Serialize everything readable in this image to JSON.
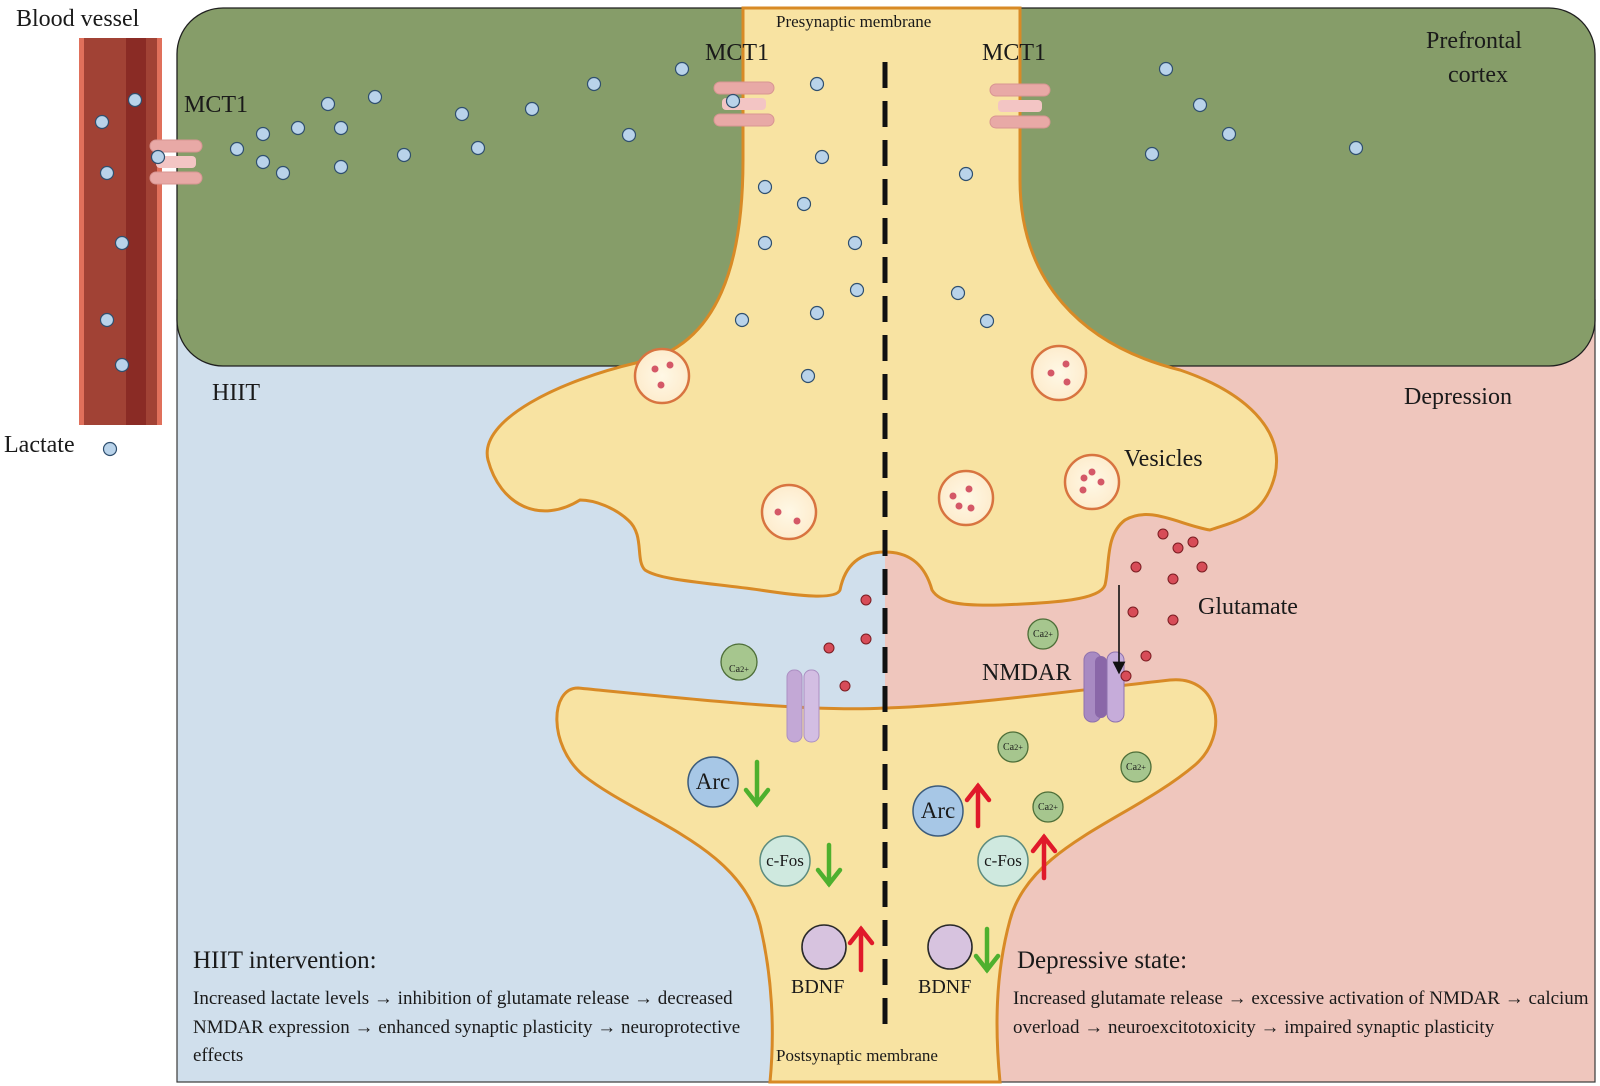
{
  "labels": {
    "blood_vessel": "Blood vessel",
    "lactate": "Lactate",
    "mct1": "MCT1",
    "presynaptic_membrane": "Presynaptic membrane",
    "postsynaptic_membrane": "Postsynaptic membrane",
    "prefrontal_cortex_line1": "Prefrontal",
    "prefrontal_cortex_line2": "cortex",
    "hiit": "HIIT",
    "depression": "Depression",
    "vesicles": "Vesicles",
    "glutamate": "Glutamate",
    "nmdar": "NMDAR",
    "calcium": "Ca",
    "calcium_sup": "2+",
    "arc": "Arc",
    "cfos": "c-Fos",
    "bdnf": "BDNF"
  },
  "hiit_panel": {
    "title": "HIIT intervention:",
    "text": "Increased lactate levels → inhibition of glutamate release → decreased NMDAR expression → enhanced synaptic plasticity → neuroprotective effects"
  },
  "depression_panel": {
    "title": "Depressive state:",
    "text": "Increased glutamate release → excessive activation of NMDAR → calcium overload → neuroexcitotoxicity → impaired synaptic plasticity"
  },
  "changes": {
    "hiit": {
      "arc": "down",
      "cfos": "down",
      "bdnf": "up"
    },
    "depression": {
      "arc": "up",
      "cfos": "up",
      "bdnf": "down"
    }
  },
  "colors": {
    "cortex": "#869d69",
    "hiit_background": "#d0dfec",
    "depression_background": "#efc6bd",
    "neuron_fill": "#f8e3a2",
    "neuron_outline": "#d88a26",
    "vessel_wall": "#a14235",
    "vessel_lumen": "#8a2b25",
    "lactate": "#b9d3ea",
    "glutamate": "#d74c58",
    "increase_arrow": "#e0192a",
    "decrease_arrow": "#4eb02e"
  }
}
